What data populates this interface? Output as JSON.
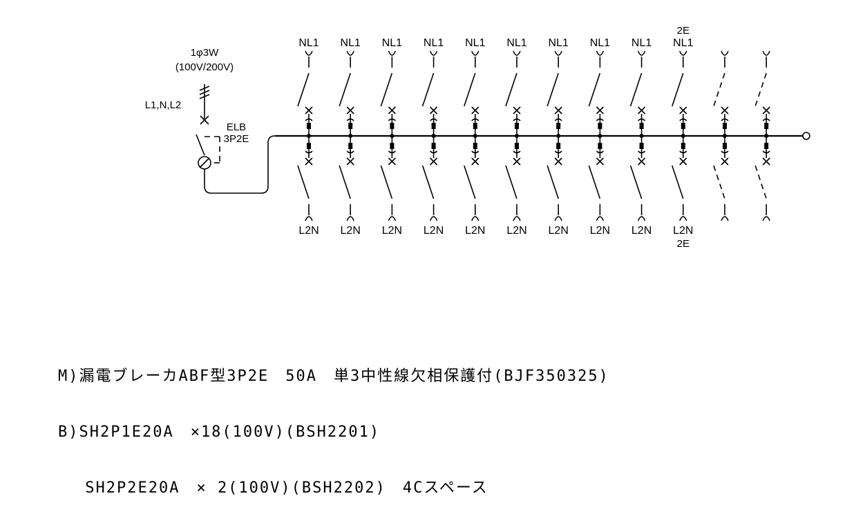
{
  "supply": {
    "phase": "1φ3W",
    "voltage": "(100V/200V)",
    "lines": "L1,N,L2"
  },
  "main_breaker": {
    "name": "ELB",
    "poles": "3P2E"
  },
  "branches": [
    {
      "top": "NL1",
      "top_extra": "",
      "bottom": "L2N",
      "bottom_extra": "",
      "spare": false
    },
    {
      "top": "NL1",
      "top_extra": "",
      "bottom": "L2N",
      "bottom_extra": "",
      "spare": false
    },
    {
      "top": "NL1",
      "top_extra": "",
      "bottom": "L2N",
      "bottom_extra": "",
      "spare": false
    },
    {
      "top": "NL1",
      "top_extra": "",
      "bottom": "L2N",
      "bottom_extra": "",
      "spare": false
    },
    {
      "top": "NL1",
      "top_extra": "",
      "bottom": "L2N",
      "bottom_extra": "",
      "spare": false
    },
    {
      "top": "NL1",
      "top_extra": "",
      "bottom": "L2N",
      "bottom_extra": "",
      "spare": false
    },
    {
      "top": "NL1",
      "top_extra": "",
      "bottom": "L2N",
      "bottom_extra": "",
      "spare": false
    },
    {
      "top": "NL1",
      "top_extra": "",
      "bottom": "L2N",
      "bottom_extra": "",
      "spare": false
    },
    {
      "top": "NL1",
      "top_extra": "",
      "bottom": "L2N",
      "bottom_extra": "",
      "spare": false
    },
    {
      "top": "NL1",
      "top_extra": "2E",
      "bottom": "L2N",
      "bottom_extra": "2E",
      "spare": false
    },
    {
      "top": "",
      "top_extra": "",
      "bottom": "",
      "bottom_extra": "",
      "spare": true
    },
    {
      "top": "",
      "top_extra": "",
      "bottom": "",
      "bottom_extra": "",
      "spare": true
    }
  ],
  "notes": [
    "M)漏電ブレーカABF型3P2E　50A　単3中性線欠相保護付(BJF350325)",
    "B)SH2P1E20A　×18(100V)(BSH2201)",
    "　 SH2P2E20A　× 2(100V)(BSH2202)　4Cスペース"
  ]
}
